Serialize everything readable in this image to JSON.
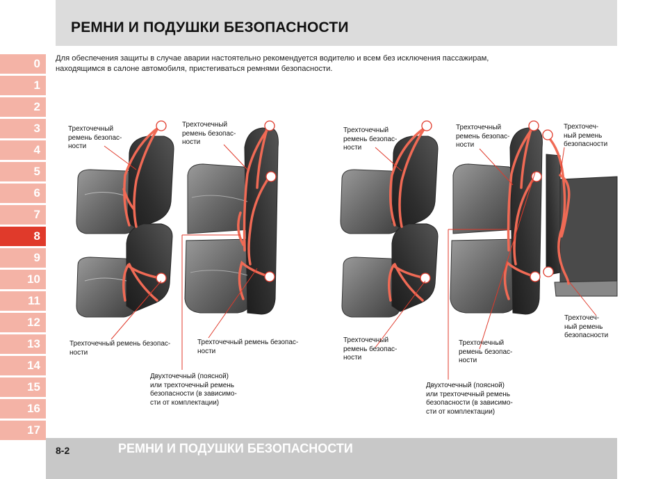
{
  "header": {
    "title": "РЕМНИ И ПОДУШКИ БЕЗОПАСНОСТИ"
  },
  "tabs": [
    "0",
    "1",
    "2",
    "3",
    "4",
    "5",
    "6",
    "7",
    "8",
    "9",
    "10",
    "11",
    "12",
    "13",
    "14",
    "15",
    "16",
    "17"
  ],
  "active_tab": "8",
  "intro": "Для обеспечения защиты в случае аварии настоятельно рекомендуется водителю и всем без исключения пассажирам, находящимся в салоне автомобиля, пристегиваться ремнями безопасности.",
  "left_figure": {
    "label_front_top": "Трехточечный\nремень безопас-\nности",
    "label_rear_top": "Трехточечный\nремень безопас-\nности",
    "label_front_bottom": "Трехточечный ремень безопас-\nности",
    "label_rear_bottom": "Трехточечный ремень безопас-\nности",
    "label_center": "Двухточечный (поясной)\nили трехточечный ремень\nбезопасности (в зависимо-\nсти от комплектации)"
  },
  "right_figure": {
    "label_front_top": "Трехточечный\nремень безопас-\nности",
    "label_rear_top": "Трехточечный\nремень безопас-\nности",
    "label_third_top": "Трехточеч-\nный ремень\nбезопасности",
    "label_front_bottom": "Трехточечный\nремень безопас-\nности",
    "label_rear_bottom": "Трехточечный\nремень безопас-\nности",
    "label_third_bottom": "Трехточеч-\nный ремень\nбезопасности",
    "label_center": "Двухточечный (поясной)\nили трехточечный ремень\nбезопасности (в зависимо-\nсти от комплектации)"
  },
  "footer": {
    "page_number": "8-2",
    "title": "РЕМНИ И ПОДУШКИ БЕЗОПАСНОСТИ"
  },
  "colors": {
    "tab": "#f4b3a6",
    "tab_active": "#e03a2b",
    "belt": "#f06a55",
    "seat": "#6e6e6e"
  }
}
